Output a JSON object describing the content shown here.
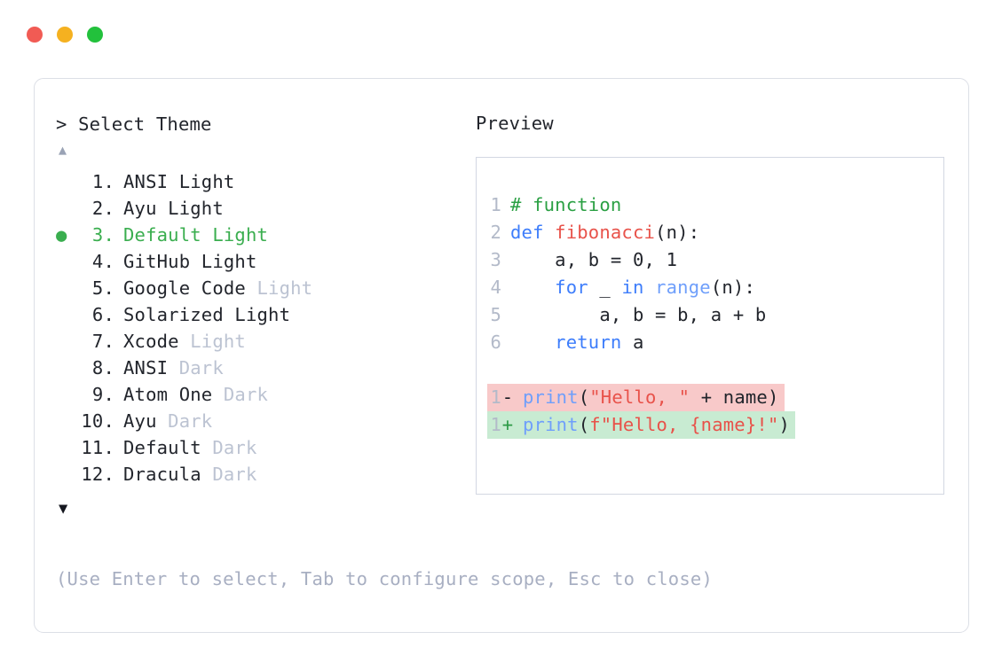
{
  "window": {
    "dots": [
      {
        "name": "close",
        "color": "#f15b54"
      },
      {
        "name": "minimize",
        "color": "#f5b120"
      },
      {
        "name": "maximize",
        "color": "#22c13c"
      }
    ]
  },
  "left": {
    "prompt": "> Select Theme",
    "scroll_up": "▲",
    "scroll_down": "▼",
    "selected_bullet": "●",
    "selected_index": 3,
    "items": [
      {
        "number": " 1.",
        "name": "ANSI",
        "variant": "Light",
        "variant_dim": false,
        "selected": false
      },
      {
        "number": " 2.",
        "name": "Ayu",
        "variant": "Light",
        "variant_dim": false,
        "selected": false
      },
      {
        "number": " 3.",
        "name": "Default",
        "variant": "Light",
        "variant_dim": false,
        "selected": true
      },
      {
        "number": " 4.",
        "name": "GitHub",
        "variant": "Light",
        "variant_dim": false,
        "selected": false
      },
      {
        "number": " 5.",
        "name": "Google Code",
        "variant": "Light",
        "variant_dim": true,
        "selected": false
      },
      {
        "number": " 6.",
        "name": "Solarized",
        "variant": "Light",
        "variant_dim": false,
        "selected": false
      },
      {
        "number": " 7.",
        "name": "Xcode",
        "variant": "Light",
        "variant_dim": true,
        "selected": false
      },
      {
        "number": " 8.",
        "name": "ANSI",
        "variant": "Dark",
        "variant_dim": true,
        "selected": false
      },
      {
        "number": " 9.",
        "name": "Atom One",
        "variant": "Dark",
        "variant_dim": true,
        "selected": false
      },
      {
        "number": "10.",
        "name": "Ayu",
        "variant": "Dark",
        "variant_dim": true,
        "selected": false
      },
      {
        "number": "11.",
        "name": "Default",
        "variant": "Dark",
        "variant_dim": true,
        "selected": false
      },
      {
        "number": "12.",
        "name": "Dracula",
        "variant": "Dark",
        "variant_dim": true,
        "selected": false
      }
    ],
    "hint": "(Use Enter to select, Tab to configure scope, Esc to close)"
  },
  "right": {
    "label": "Preview",
    "code_lines": [
      {
        "ln": "1",
        "tokens": [
          {
            "t": "# function",
            "c": "tk-comment"
          }
        ]
      },
      {
        "ln": "2",
        "tokens": [
          {
            "t": "def ",
            "c": "tk-keyword"
          },
          {
            "t": "fibonacci",
            "c": "tk-func"
          },
          {
            "t": "(n):",
            "c": "tk-punct"
          }
        ]
      },
      {
        "ln": "3",
        "tokens": [
          {
            "t": "    a, b = 0, 1",
            "c": "tk-plain"
          }
        ]
      },
      {
        "ln": "4",
        "tokens": [
          {
            "t": "    ",
            "c": "tk-plain"
          },
          {
            "t": "for",
            "c": "tk-keyword"
          },
          {
            "t": " _ ",
            "c": "tk-plain"
          },
          {
            "t": "in",
            "c": "tk-keyword"
          },
          {
            "t": " ",
            "c": "tk-plain"
          },
          {
            "t": "range",
            "c": "tk-builtin"
          },
          {
            "t": "(n):",
            "c": "tk-punct"
          }
        ]
      },
      {
        "ln": "5",
        "tokens": [
          {
            "t": "        a, b = b, a + b",
            "c": "tk-plain"
          }
        ]
      },
      {
        "ln": "6",
        "tokens": [
          {
            "t": "    ",
            "c": "tk-plain"
          },
          {
            "t": "return",
            "c": "tk-keyword"
          },
          {
            "t": " a",
            "c": "tk-plain"
          }
        ]
      }
    ],
    "diff_lines": [
      {
        "kind": "del",
        "ln": "1",
        "mark": "-",
        "tokens": [
          {
            "t": "print",
            "c": "tk-builtin"
          },
          {
            "t": "(",
            "c": "tk-punct"
          },
          {
            "t": "\"Hello, \"",
            "c": "tk-string"
          },
          {
            "t": " + name)",
            "c": "tk-plain"
          }
        ]
      },
      {
        "kind": "add",
        "ln": "1",
        "mark": "+",
        "tokens": [
          {
            "t": "print",
            "c": "tk-builtin"
          },
          {
            "t": "(",
            "c": "tk-punct"
          },
          {
            "t": "f\"Hello, {name}!\"",
            "c": "tk-string"
          },
          {
            "t": ")",
            "c": "tk-punct"
          }
        ]
      }
    ]
  },
  "colors": {
    "selected_green": "#3aae4f",
    "dim_gray": "#bcc3d2",
    "hint_gray": "#a8afc2",
    "line_number": "#b3bac9",
    "diff_del_bg": "#f8c9c9",
    "diff_add_bg": "#c8ebd2",
    "comment": "#2ba044",
    "keyword": "#3d7dfb",
    "function": "#e8524a",
    "builtin": "#6f9ffb",
    "string": "#e8524a",
    "text": "#22252c",
    "card_border": "#dcdfe6",
    "preview_border": "#d3d7e2"
  }
}
